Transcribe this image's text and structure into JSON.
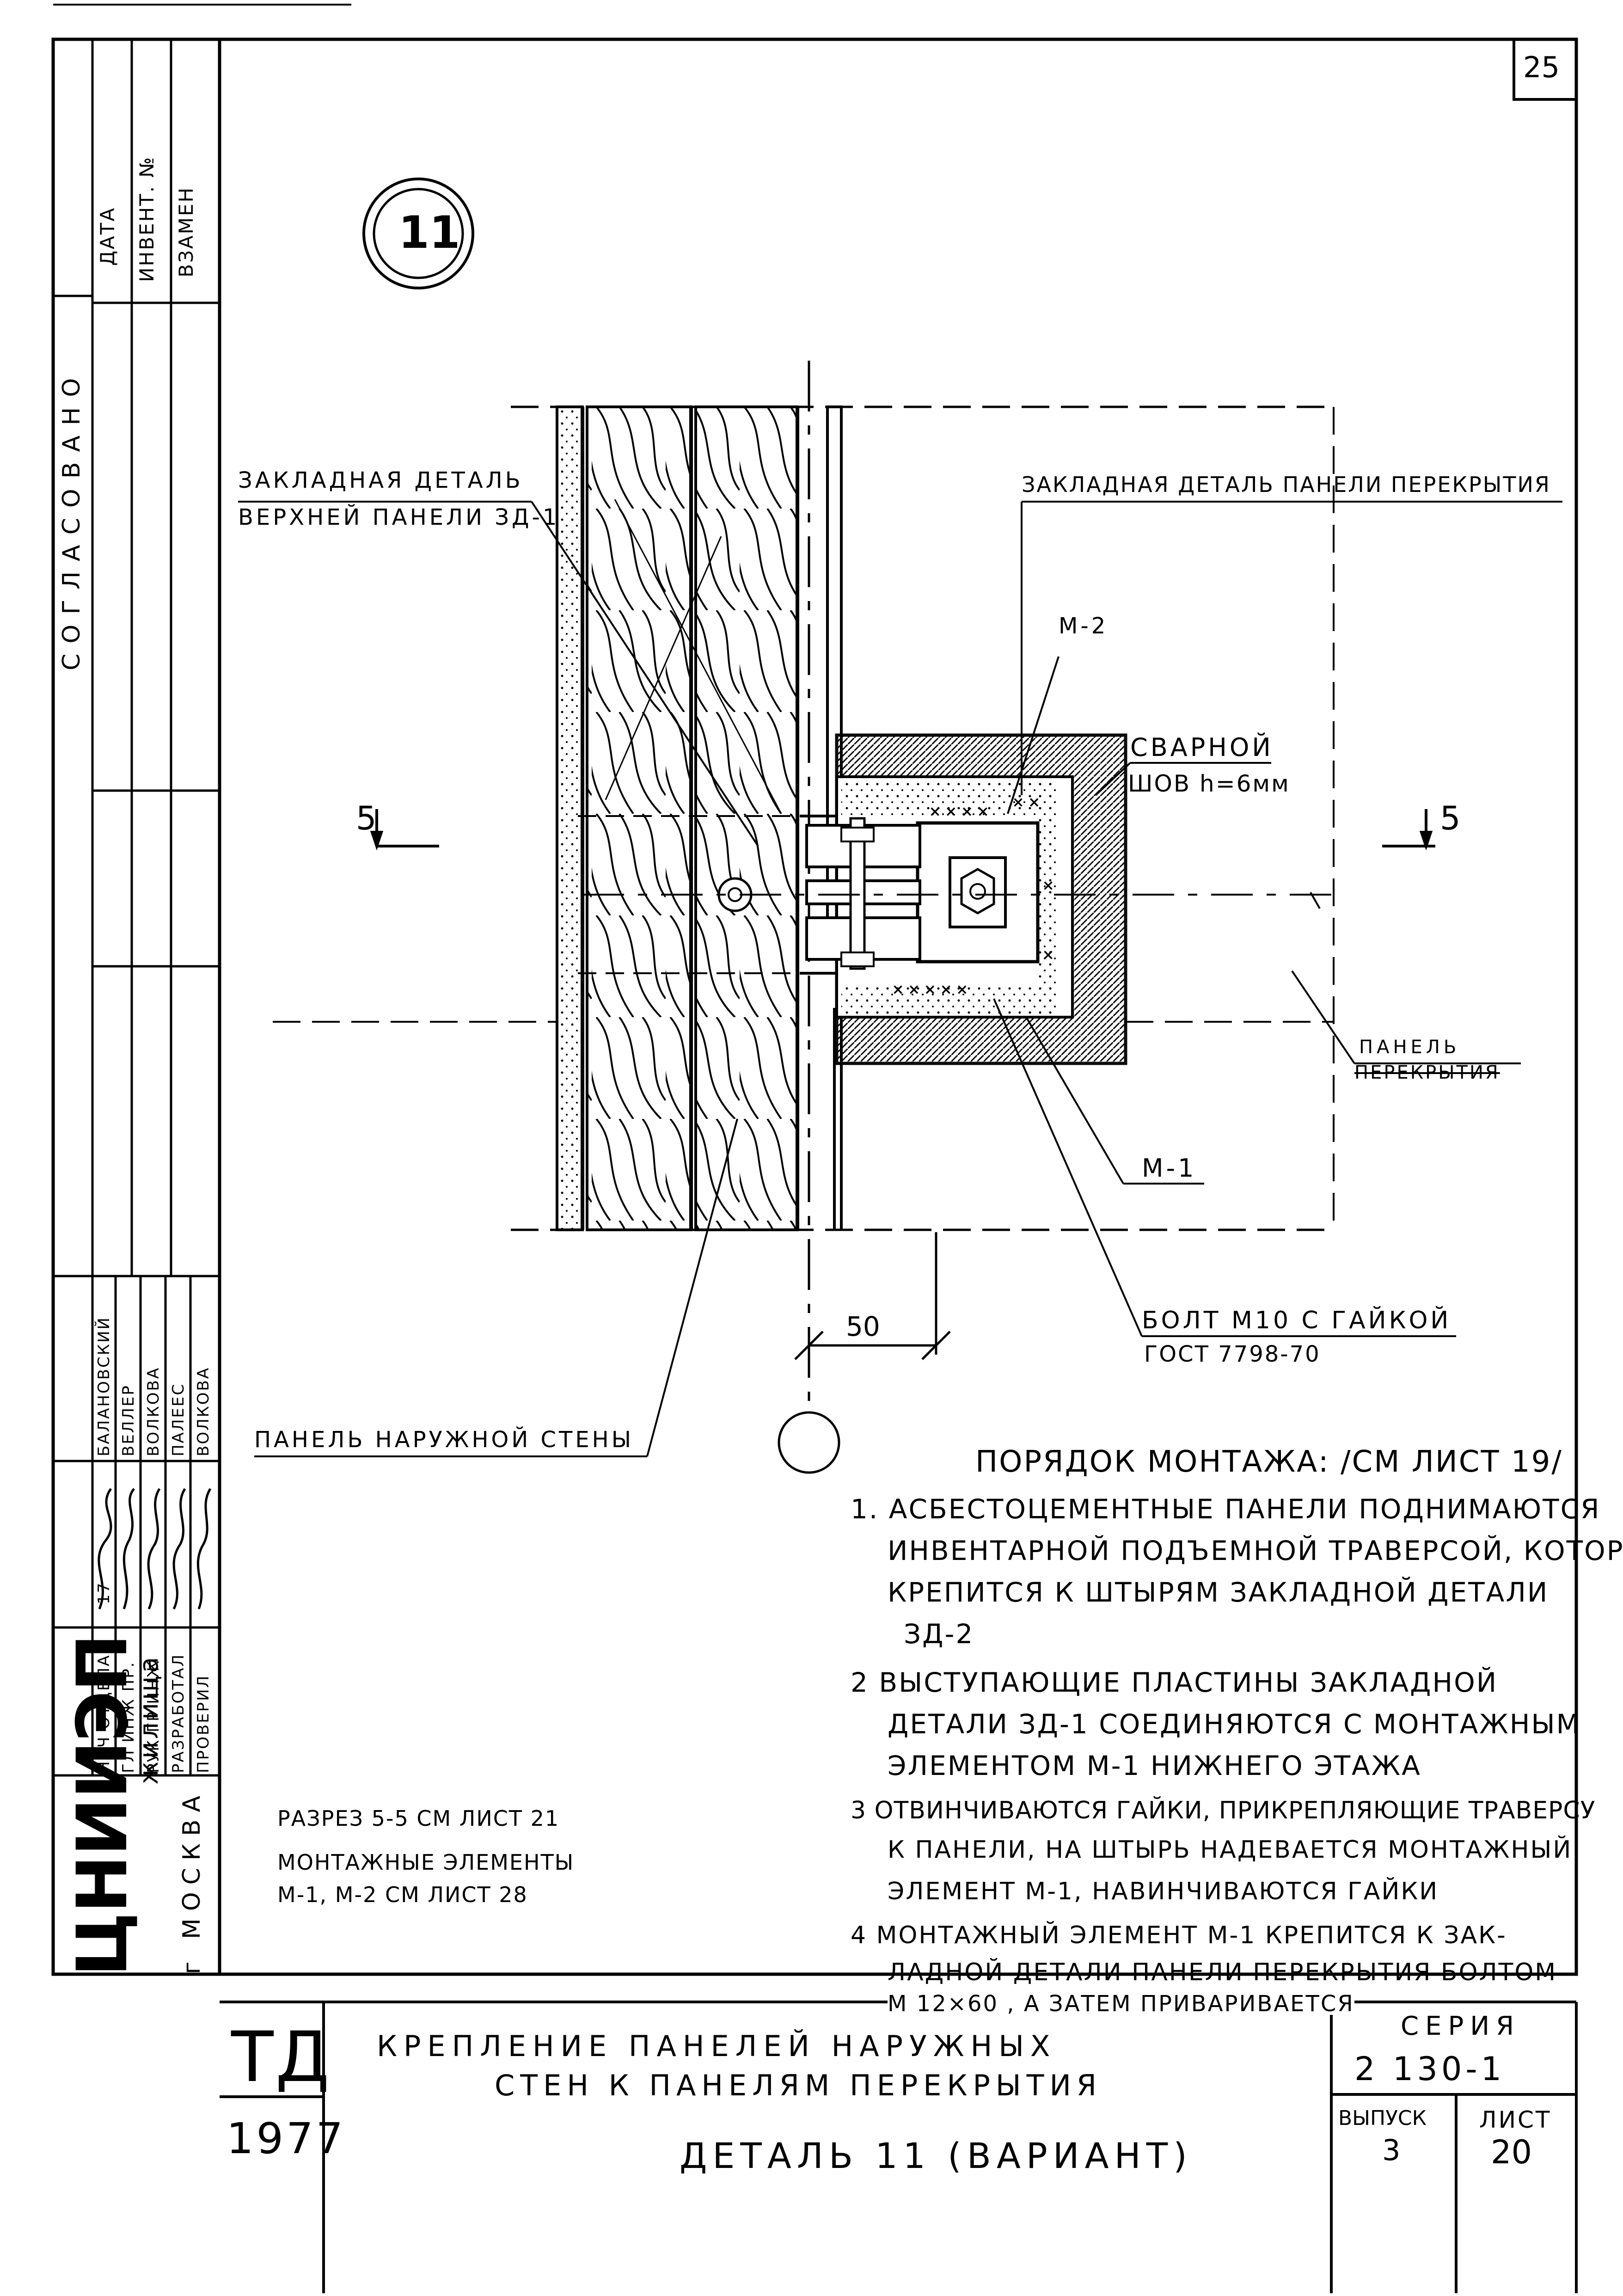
{
  "sheet": {
    "corner_number": "25",
    "detail_number": "11",
    "org": {
      "name": "ЦНИИЭП",
      "sub": "жилища",
      "city": "г МОСКВА"
    },
    "approval": {
      "heading": "СОГЛАСОВАНО",
      "cols": [
        "ДАТА",
        "ИНВЕНТ. №",
        "ВЗАМЕН"
      ]
    },
    "signatures": [
      {
        "role": "НАЧ ОТДЕЛА",
        "date": "17",
        "name": "БАЛАНОВСКИЙ"
      },
      {
        "role": "ГЛ ИНЖ ПР.",
        "name": "ВЕЛЛЕР"
      },
      {
        "role": "РУК ГР ИНЖ",
        "name": "ВОЛКОВА"
      },
      {
        "role": "РАЗРАБОТАЛ",
        "name": "ПАЛЕЕС"
      },
      {
        "role": "ПРОВЕРИЛ",
        "name": "ВОЛКОВА"
      }
    ]
  },
  "drawing": {
    "section_left": "5",
    "section_right": "5",
    "dimension": "50",
    "callouts": {
      "embed_upper_1": "ЗАКЛАДНАЯ ДЕТАЛЬ",
      "embed_upper_2": "ВЕРХНЕЙ ПАНЕЛИ ЗД-1",
      "embed_floor": "ЗАКЛАДНАЯ ДЕТАЛЬ ПАНЕЛИ ПЕРЕКРЫТИЯ",
      "m2": "М-2",
      "weld_1": "СВАРНОЙ",
      "weld_2": "ШОВ h=6мм",
      "floor_panel_1": "ПАНЕЛЬ",
      "floor_panel_2": "ПЕРЕКРЫТИЯ",
      "m1": "М-1",
      "bolt_1": "БОЛТ М10 С ГАЙКОЙ",
      "bolt_2": "ГОСТ 7798-70",
      "wall_panel": "ПАНЕЛЬ НАРУЖНОЙ СТЕНЫ"
    }
  },
  "procedure": {
    "title": "ПОРЯДОК МОНТАЖА: /СМ ЛИСТ 19/",
    "steps": [
      [
        "1. АСБЕСТОЦЕМЕНТНЫЕ ПАНЕЛИ ПОДНИМАЮТСЯ",
        "ИНВЕНТАРНОЙ ПОДЪЕМНОЙ ТРАВЕРСОЙ, КОТОРАЯ",
        "КРЕПИТСЯ К ШТЫРЯМ ЗАКЛАДНОЙ ДЕТАЛИ",
        "ЗД-2"
      ],
      [
        "2 ВЫСТУПАЮЩИЕ ПЛАСТИНЫ ЗАКЛАДНОЙ",
        "ДЕТАЛИ ЗД-1 СОЕДИНЯЮТСЯ С МОНТАЖНЫМ",
        "ЭЛЕМЕНТОМ М-1 НИЖНЕГО ЭТАЖА"
      ],
      [
        "3 ОТВИНЧИВАЮТСЯ ГАЙКИ, ПРИКРЕПЛЯЮЩИЕ ТРАВЕРСУ",
        "К ПАНЕЛИ, НА ШТЫРЬ НАДЕВАЕТСЯ МОНТАЖНЫЙ",
        "ЭЛЕМЕНТ М-1, НАВИНЧИВАЮТСЯ ГАЙКИ"
      ],
      [
        "4 МОНТАЖНЫЙ ЭЛЕМЕНТ М-1 КРЕПИТСЯ К ЗАК-",
        "ЛАДНОЙ ДЕТАЛИ ПАНЕЛИ ПЕРЕКРЫТИЯ БОЛТОМ",
        "М 12×60 , А ЗАТЕМ ПРИВАРИВАЕТСЯ"
      ]
    ]
  },
  "notes": [
    "РАЗРЕЗ 5-5 СМ ЛИСТ 21",
    "МОНТАЖНЫЕ ЭЛЕМЕНТЫ",
    "М-1, М-2 СМ ЛИСТ 28"
  ],
  "title_block": {
    "code": "ТД",
    "year": "1977",
    "title_line1": "КРЕПЛЕНИЕ ПАНЕЛЕЙ НАРУЖНЫХ",
    "title_line2": "СТЕН К ПАНЕЛЯМ ПЕРЕКРЫТИЯ",
    "title_line3": "ДЕТАЛЬ 11 (ВАРИАНТ)",
    "series_label": "СЕРИЯ",
    "series_value": "2 130-1",
    "issue_label": "ВЫПУСК",
    "issue_value": "3",
    "sheet_label": "ЛИСТ",
    "sheet_value": "20"
  }
}
